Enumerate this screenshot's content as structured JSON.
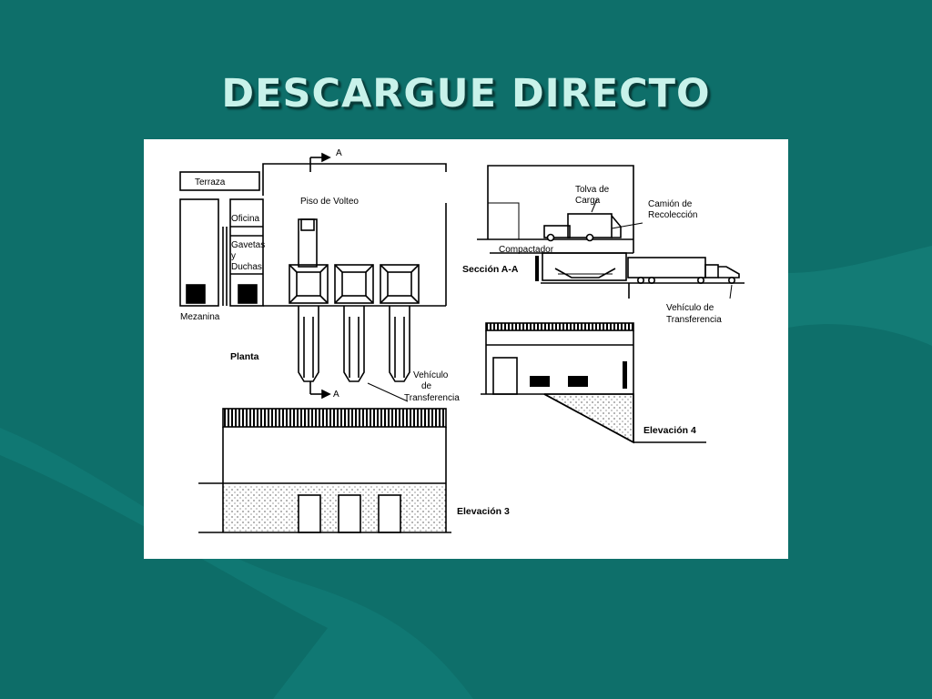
{
  "slide": {
    "title": "DESCARGUE DIRECTO",
    "background_color": "#0e6f6a",
    "title_color": "#c8f2ea"
  },
  "diagram": {
    "labels": {
      "terraza": "Terraza",
      "oficina": "Oficina",
      "gavetas": "Gavetas",
      "y": "y",
      "duchas": "Duchas",
      "mezanina": "Mezanina",
      "piso_volteo": "Piso de Volteo",
      "section_mark_top": "A",
      "section_mark_bottom": "A",
      "planta": "Planta",
      "vehiculo_planta_1": "Vehículo",
      "vehiculo_planta_2": "de",
      "vehiculo_planta_3": "Transferencia",
      "tolva_1": "Tolva de",
      "tolva_2": "Carga",
      "camion_1": "Camión de",
      "camion_2": "Recolección",
      "compactador": "Compactador",
      "seccion": "Sección A-A",
      "vehiculo_seccion_1": "Vehículo de",
      "vehiculo_seccion_2": "Transferencia",
      "elevacion_4": "Elevación 4",
      "elevacion_3": "Elevación 3"
    }
  }
}
